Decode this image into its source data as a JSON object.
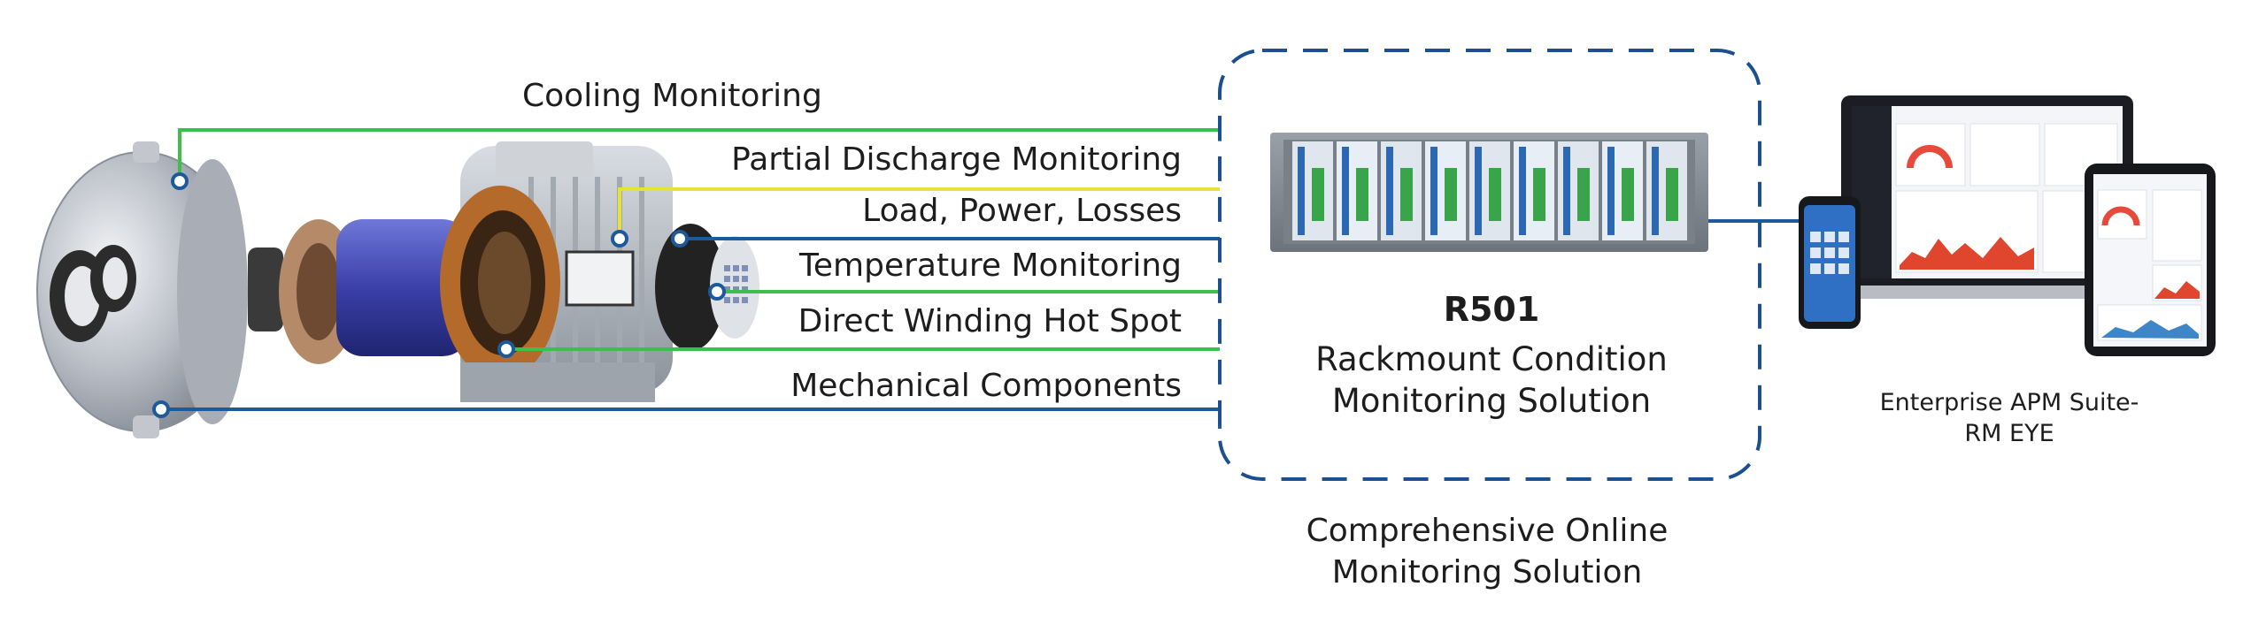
{
  "motor_labels": {
    "cooling": "Cooling Monitoring",
    "partial_discharge": "Partial Discharge Monitoring",
    "load": "Load, Power, Losses",
    "temperature": "Temperature Monitoring",
    "winding": "Direct Winding Hot Spot",
    "mechanical": "Mechanical Components"
  },
  "rack": {
    "model": "R501",
    "line1": "Rackmount Condition",
    "line2": "Monitoring Solution"
  },
  "footer": {
    "line1": "Comprehensive Online",
    "line2": "Monitoring Solution"
  },
  "apm": {
    "line1": "Enterprise APM Suite-",
    "line2": "RM EYE"
  },
  "colors": {
    "green": "#3cc04a",
    "yellow": "#e5e23a",
    "blue": "#1c5a9c",
    "dashed_box": "#1c4f8f"
  },
  "icons": [
    "electric-motor-exploded-icon",
    "rack-monitor-unit-icon",
    "laptop-dashboard-icon",
    "tablet-dashboard-icon",
    "phone-app-icon"
  ]
}
